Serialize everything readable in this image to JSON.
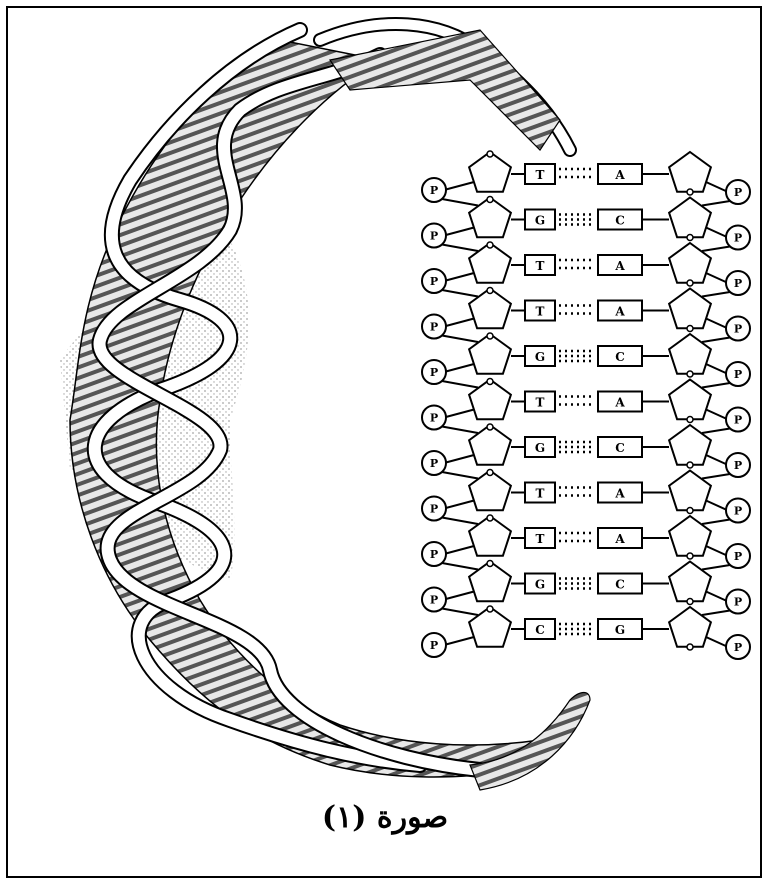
{
  "caption": "صورة (١)",
  "phosphate_label": "P",
  "base_pairs": [
    {
      "left": "T",
      "right": "A",
      "bonds": 2
    },
    {
      "left": "G",
      "right": "C",
      "bonds": 3
    },
    {
      "left": "T",
      "right": "A",
      "bonds": 2
    },
    {
      "left": "T",
      "right": "A",
      "bonds": 2
    },
    {
      "left": "G",
      "right": "C",
      "bonds": 3
    },
    {
      "left": "T",
      "right": "A",
      "bonds": 2
    },
    {
      "left": "G",
      "right": "C",
      "bonds": 3
    },
    {
      "left": "T",
      "right": "A",
      "bonds": 2
    },
    {
      "left": "T",
      "right": "A",
      "bonds": 2
    },
    {
      "left": "G",
      "right": "C",
      "bonds": 3
    },
    {
      "left": "C",
      "right": "G",
      "bonds": 3
    }
  ]
}
